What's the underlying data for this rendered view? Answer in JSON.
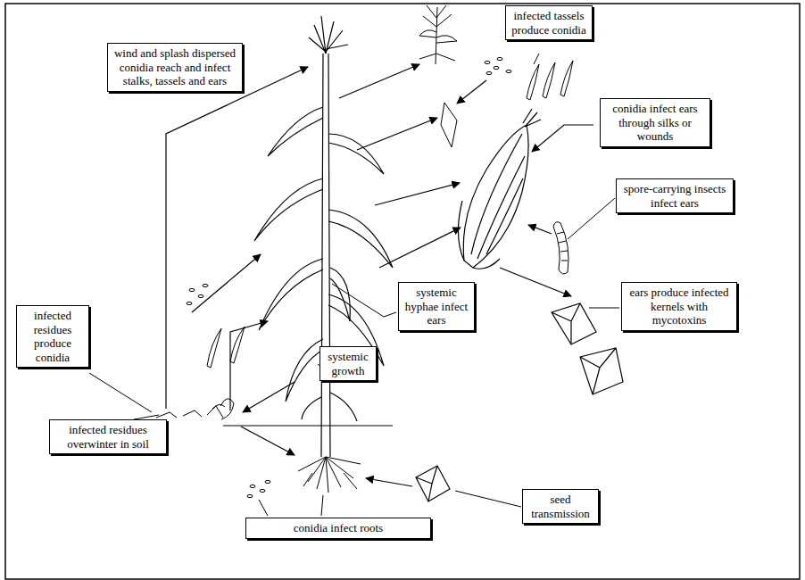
{
  "diagram": {
    "nodes": [
      {
        "text": [
          "infected tassels produce conidia"
        ]
      },
      {
        "text": [
          "wind and splash dispersed conidia reach and infect stalks, tassels and ears"
        ]
      },
      {
        "text": [
          "conidia infect ears through silks or wounds"
        ]
      },
      {
        "text": [
          "spore-carrying insects infect ears"
        ]
      },
      {
        "text": [
          "systemic hyphae infect ears"
        ]
      },
      {
        "text": [
          "ears produce infected kernels with mycotoxins"
        ]
      },
      {
        "text": [
          "infected residues produce conidia"
        ]
      },
      {
        "text": [
          "systemic growth"
        ]
      },
      {
        "text": [
          "infected residues overwinter in soil"
        ]
      },
      {
        "text": [
          "seed transmission"
        ]
      },
      {
        "text": [
          "conidia infect roots"
        ]
      }
    ]
  }
}
